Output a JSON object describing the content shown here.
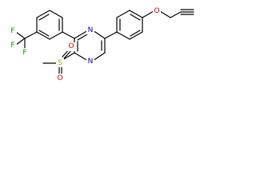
{
  "atoms": {
    "n1": {
      "label": "N",
      "color": "#0000cc"
    },
    "n2": {
      "label": "N",
      "color": "#0000cc"
    },
    "s": {
      "label": "S",
      "color": "#b8a000"
    },
    "o1": {
      "label": "O",
      "color": "#cc0000"
    },
    "o2": {
      "label": "O",
      "color": "#cc0000"
    },
    "o3": {
      "label": "O",
      "color": "#cc0000"
    },
    "f1": {
      "label": "F",
      "color": "#00a000"
    },
    "f2": {
      "label": "F",
      "color": "#00a000"
    },
    "f3": {
      "label": "F",
      "color": "#00a000"
    }
  }
}
